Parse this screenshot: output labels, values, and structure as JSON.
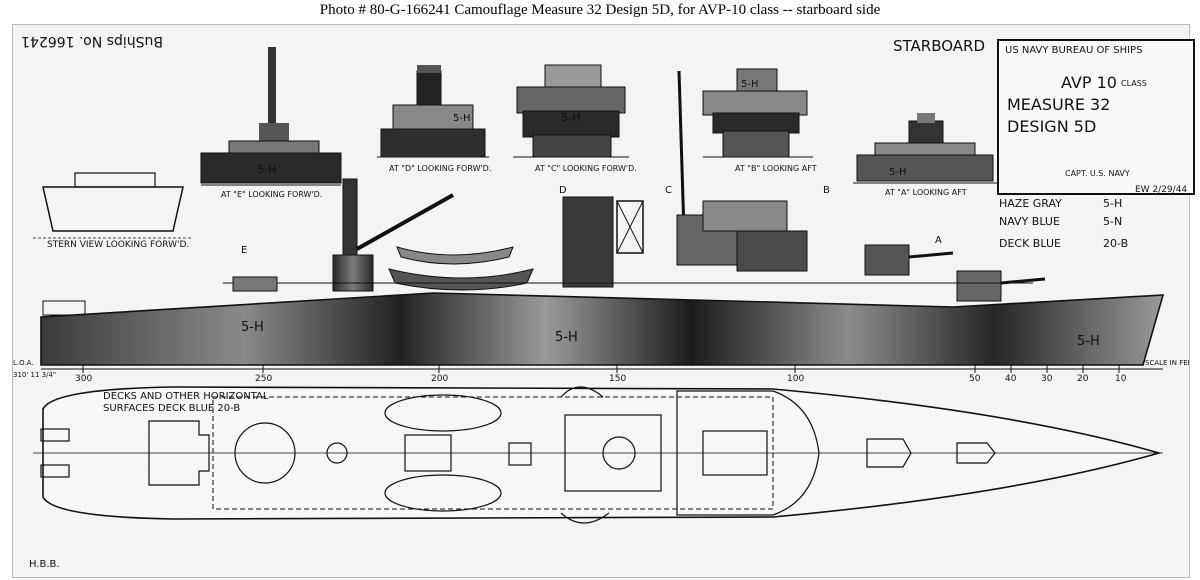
{
  "caption": "Photo # 80-G-166241     Camouflage Measure 32 Design 5D, for AVP-10 class -- starboard side",
  "starboard_label": "STARBOARD",
  "buships_no": "BuShips No. 166241",
  "title_block": {
    "line1": "US NAVY   BUREAU OF SHIPS",
    "line2": "AVP 10",
    "line2b": "CLASS",
    "line3": "MEASURE 32",
    "line4": "DESIGN 5D",
    "approval": "CAPT. U.S. NAVY",
    "date": "EW 2/29/44"
  },
  "legend": [
    {
      "name": "HAZE GRAY",
      "code": "5-H"
    },
    {
      "name": "NAVY BLUE",
      "code": "5-N"
    },
    {
      "name": "DECK BLUE",
      "code": "20-B"
    }
  ],
  "views": {
    "stern": "STERN VIEW LOOKING FORW'D.",
    "e": "AT \"E\" LOOKING FORW'D.",
    "d": "AT \"D\" LOOKING FORW'D.",
    "c": "AT \"C\" LOOKING FORW'D.",
    "b": "AT \"B\" LOOKING AFT",
    "a": "AT \"A\" LOOKING AFT"
  },
  "section_marks": [
    "E",
    "D",
    "C",
    "B",
    "A"
  ],
  "paint_code": "5-H",
  "deck_note": "DECKS AND OTHER HORIZONTAL SURFACES   DECK BLUE  20-B",
  "loa_label": "L.O.A.",
  "loa_value": "310' 11 3/4\"",
  "scale_label": "SCALE IN FEET",
  "scale_top": [
    "300",
    "250",
    "200",
    "150",
    "100",
    "50",
    "40",
    "30",
    "20",
    "10"
  ],
  "initials": "H.B.B.",
  "colors": {
    "ink": "#111111",
    "paper": "#f4f4f2",
    "dark": "#1e1e1e",
    "mid": "#6f6f6f"
  }
}
